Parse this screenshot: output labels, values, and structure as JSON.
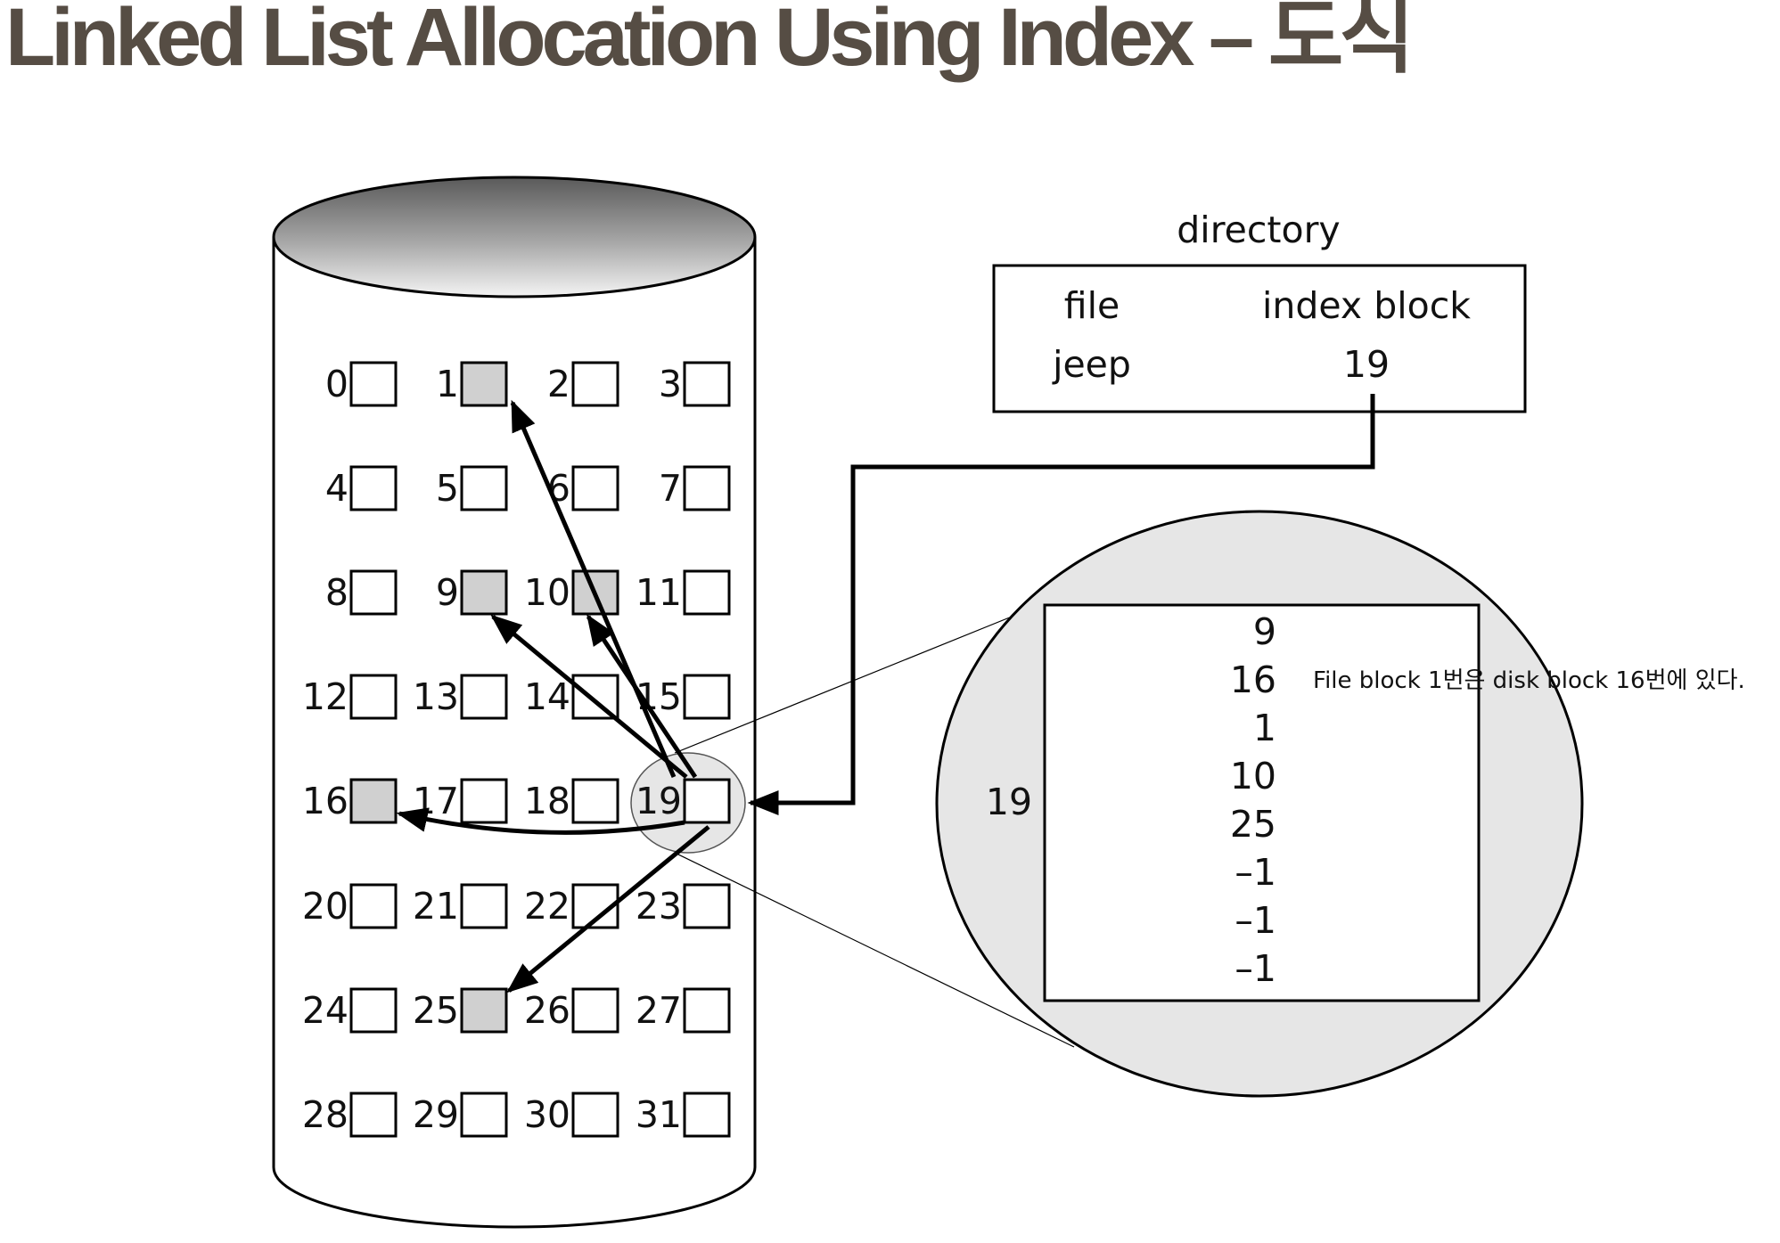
{
  "title": "Linked List Allocation Using Index – 도식",
  "directory": {
    "caption": "directory",
    "col_file": "file",
    "col_index": "index block",
    "file_name": "jeep",
    "index_value": "19"
  },
  "disk": {
    "blocks": [
      "0",
      "1",
      "2",
      "3",
      "4",
      "5",
      "6",
      "7",
      "8",
      "9",
      "10",
      "11",
      "12",
      "13",
      "14",
      "15",
      "16",
      "17",
      "18",
      "19",
      "20",
      "21",
      "22",
      "23",
      "24",
      "25",
      "26",
      "27",
      "28",
      "29",
      "30",
      "31"
    ],
    "used_blocks": [
      "1",
      "9",
      "10",
      "16",
      "25"
    ],
    "index_block": "19"
  },
  "index_block": {
    "label": "19",
    "entries": [
      "9",
      "16",
      "1",
      "10",
      "25",
      "–1",
      "–1",
      "–1"
    ]
  },
  "note": "File block 1번은 disk block 16번에 있다.",
  "colors": {
    "title": "#564d44",
    "used_fill": "#d0d0d0",
    "zoom_fill": "#e6e6e6",
    "line": "#000000"
  }
}
